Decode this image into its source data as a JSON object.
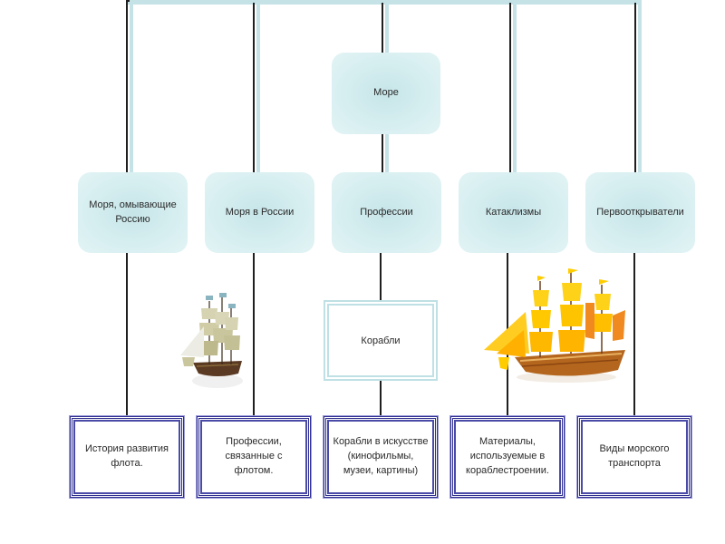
{
  "diagram": {
    "root": {
      "label": "Море"
    },
    "level1": [
      {
        "label": "Моря, омывающие Россию"
      },
      {
        "label": "Моря  в России"
      },
      {
        "label": "Профессии"
      },
      {
        "label": "Катаклизмы"
      },
      {
        "label": "Первооткрыватели"
      }
    ],
    "ships_node": {
      "label": "Корабли"
    },
    "level2": [
      {
        "label": "История развития флота."
      },
      {
        "label": "Профессии, связанные с флотом."
      },
      {
        "label": "Корабли в искусстве (кинофильмы, музеи, картины)"
      },
      {
        "label": "Материалы, используемые в кораблестроении."
      },
      {
        "label": "Виды морского транспорта"
      }
    ],
    "images": [
      {
        "name": "old-sailing-ship",
        "description": "sailing ship with beige sails"
      },
      {
        "name": "golden-sailing-ship",
        "description": "sailing ship with yellow-orange sails"
      }
    ],
    "colors": {
      "node_fill": "#cfe9ec",
      "connector_dark": "#1f1f1f",
      "connector_light": "#c5e3e7",
      "leaf_border": "#2f2f8f"
    }
  }
}
